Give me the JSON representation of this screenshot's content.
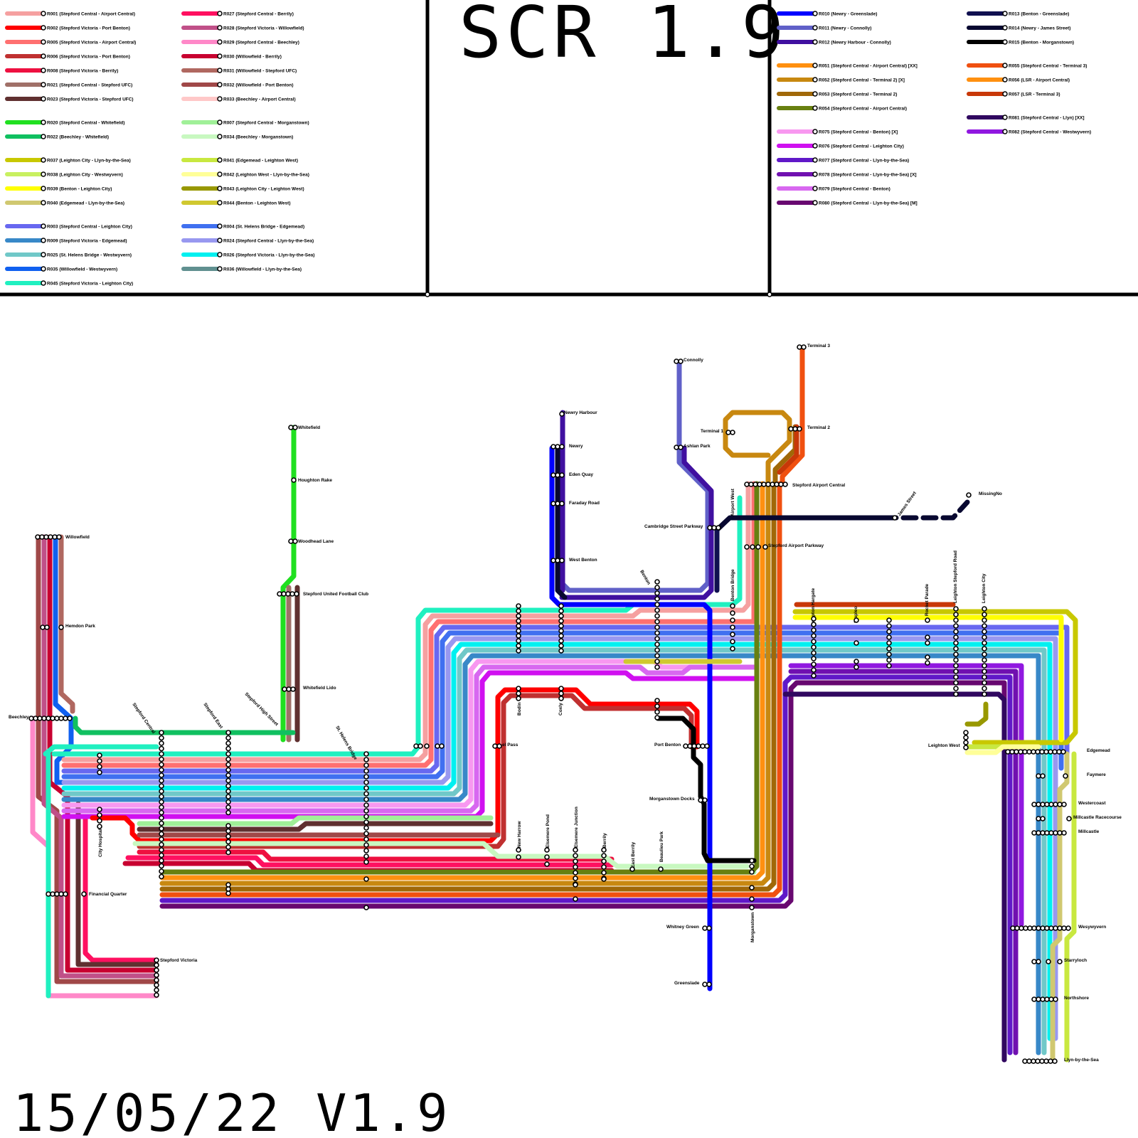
{
  "title": "SCR 1.9",
  "version_label": "15/05/22 V1.9",
  "legend": {
    "col1": [
      {
        "label": "R001 (Stepford Central - Airport Central)",
        "color": "#f5a0a0"
      },
      {
        "label": "R002 (Stepford Victoria - Port Benton)",
        "color": "#ff0000"
      },
      {
        "label": "R005 (Stepford Victoria - Airport Central)",
        "color": "#ff7070"
      },
      {
        "label": "R006 (Stepford Victoria - Port Benton)",
        "color": "#c03030"
      },
      {
        "label": "R008 (Stepford Victoria - Berrily)",
        "color": "#ee1040"
      },
      {
        "label": "R021 (Stepford Central - Stepford UFC)",
        "color": "#a07068"
      },
      {
        "label": "R023 (Stepford Victoria - Stepford UFC)",
        "color": "#603030"
      },
      {
        "gap": true
      },
      {
        "label": "R020 (Stepford Central - Whitefield)",
        "color": "#20e020"
      },
      {
        "label": "R022 (Beechley - Whitefield)",
        "color": "#10c060"
      },
      {
        "gap": true
      },
      {
        "label": "R037 (Leighton City - Llyn-by-the-Sea)",
        "color": "#c8c800"
      },
      {
        "label": "R038 (Leighton City - Westwyvern)",
        "color": "#c8f060"
      },
      {
        "label": "R039 (Benton - Leighton City)",
        "color": "#ffff00"
      },
      {
        "label": "R040 (Edgemead - Llyn-by-the-Sea)",
        "color": "#d0c870"
      },
      {
        "gap": true
      },
      {
        "label": "R003 (Stepford Central - Leighton City)",
        "color": "#6868f0"
      },
      {
        "label": "R009 (Stepford Victoria - Edgemead)",
        "color": "#3888c8"
      },
      {
        "label": "R025 (St. Helens Bridge - Westwyvern)",
        "color": "#70c8c8"
      },
      {
        "label": "R035 (Willowfield - Westwyvern)",
        "color": "#1060f0"
      },
      {
        "label": "R045 (Stepford Victoria - Leighton City)",
        "color": "#20f0c0"
      }
    ],
    "col2": [
      {
        "label": "R027 (Stepford Central - Berrily)",
        "color": "#ff1060"
      },
      {
        "label": "R028 (Stepford Victoria - Willowfield)",
        "color": "#c05088"
      },
      {
        "label": "R029 (Stepford Central - Beechley)",
        "color": "#ff88c8"
      },
      {
        "label": "R030 (Willowfield - Berrily)",
        "color": "#c80030"
      },
      {
        "label": "R031 (Willowfield - Stepford UFC)",
        "color": "#b06860"
      },
      {
        "label": "R032 (Willowfield - Port Benton)",
        "color": "#a04848"
      },
      {
        "label": "R033 (Beechley - Airport Central)",
        "color": "#ffc8c8"
      },
      {
        "gap": true
      },
      {
        "label": "R007 (Stepford Central - Morganstown)",
        "color": "#a0f098"
      },
      {
        "label": "R034 (Beechley - Morganstown)",
        "color": "#c8f8c0"
      },
      {
        "gap": true
      },
      {
        "label": "R041 (Edgemead - Leighton West)",
        "color": "#c8e840"
      },
      {
        "label": "R042 (Leighton West - Llyn-by-the-Sea)",
        "color": "#ffff98"
      },
      {
        "label": "R043 (Leighton City - Leighton West)",
        "color": "#989800"
      },
      {
        "label": "R044 (Benton - Leighton West)",
        "color": "#d0c830"
      },
      {
        "gap": true
      },
      {
        "label": "R004 (St. Helens Bridge - Edgemead)",
        "color": "#4070f0"
      },
      {
        "label": "R024 (Stepford Central - Llyn-by-the-Sea)",
        "color": "#9898f0"
      },
      {
        "label": "R026 (Stepford Victoria - Llyn-by-the-Sea)",
        "color": "#00f0f0"
      },
      {
        "label": "R036 (Willowfield - Llyn-by-the-Sea)",
        "color": "#609090"
      }
    ],
    "col3": [
      {
        "label": "R010 (Newry - Greenslade)",
        "color": "#0000ff"
      },
      {
        "label": "R011 (Newry - Connolly)",
        "color": "#6060c8"
      },
      {
        "label": "R012 (Newry Harbour - Connolly)",
        "color": "#4010a0"
      },
      {
        "gap": true
      },
      {
        "label": "R051 (Stepford Central - Airport Central) [XX]",
        "color": "#ff9010"
      },
      {
        "label": "R052 (Stepford Central - Terminal 2) [X]",
        "color": "#c88810"
      },
      {
        "label": "R053 (Stepford Central - Terminal 2)",
        "color": "#a06808"
      },
      {
        "label": "R054 (Stepford Central - Airport Central)",
        "color": "#688010"
      },
      {
        "gap": true
      },
      {
        "label": "R075 (Stepford Central - Benton) [X]",
        "color": "#f898f0"
      },
      {
        "label": "R076 (Stepford Central - Leighton City)",
        "color": "#d010f0"
      },
      {
        "label": "R077 (Stepford Central - Llyn-by-the-Sea)",
        "color": "#6018c8"
      },
      {
        "label": "R078 (Stepford Central - Llyn-by-the-Sea) [X]",
        "color": "#7010b0"
      },
      {
        "label": "R079 (Stepford Central - Benton)",
        "color": "#d868f0"
      },
      {
        "label": "R080 (Stepford Central - Llyn-by-the-Sea) [M]",
        "color": "#680870"
      }
    ],
    "col4": [
      {
        "label": "R013 (Benton - Greenslade)",
        "color": "#101050"
      },
      {
        "label": "R014 (Newry - James Street)",
        "color": "#080830"
      },
      {
        "label": "R015 (Benton - Morganstown)",
        "color": "#000000"
      },
      {
        "gap": true
      },
      {
        "label": "R055 (Stepford Central - Terminal 3)",
        "color": "#f05010"
      },
      {
        "label": "R056 (LSR - Airport Central)",
        "color": "#ff9010"
      },
      {
        "label": "R057 (LSR - Terminal 3)",
        "color": "#c83808"
      },
      {
        "gap": true
      },
      {
        "label": "R081 (Stepford Central - Llyn) [XX]",
        "color": "#300860"
      },
      {
        "label": "R082 (Stepford Central - Westwyvern)",
        "color": "#9018e0"
      }
    ]
  },
  "stations": {
    "whitefield": "Whitefield",
    "houghton_rake": "Houghton Rake",
    "woodhead_lane": "Woodhead Lane",
    "stepford_ufc": "Stepford United Football Club",
    "whitefield_lido": "Whitefield Lido",
    "willowfield": "Willowfield",
    "hemdon_park": "Hemdon Park",
    "beechley": "Beechley",
    "stepford_central": "Stepford Central",
    "stepford_east": "Stepford East",
    "stepford_high_street": "Stepford High Street",
    "st_helens_bridge": "St. Helens Bridge",
    "city_hospital": "City Hospital",
    "financial_quarter": "Financial Quarter",
    "stepford_victoria": "Stepford Victoria",
    "newry_harbour": "Newry Harbour",
    "newry": "Newry",
    "eden_quay": "Eden Quay",
    "faraday_road": "Faraday Road",
    "west_benton": "West Benton",
    "benton": "Benton",
    "bodin": "Bodin",
    "coxly": "Coxly",
    "el_pass": "el Pass",
    "port_benton": "Port Benton",
    "morganstown_docks": "Morganstown Docks",
    "whitney_green": "Whitney Green",
    "greenslade": "Greenslade",
    "new_harrow": "New Harrow",
    "elsemere_pond": "Elsemere Pond",
    "elsemere_junction": "Elsemere Junction",
    "berrily": "Berrily",
    "east_berrily": "East Berrily",
    "beaulieu_park": "Beaulieu Park",
    "morganstown": "Morganstown",
    "connolly": "Connolly",
    "ashlan_park": "Ashlan Park",
    "cambridge_street_parkway": "Cambridge Street Parkway",
    "airport_west": "Airport West",
    "benton_bridge": "Benton Bridge",
    "terminal_1": "Terminal 1",
    "terminal_2": "Terminal 2",
    "terminal_3": "Terminal 3",
    "stepford_airport_central": "Stepford Airport Central",
    "stepford_airport_parkway": "Stepford Airport Parkway",
    "james_street": "James Street",
    "missingno": "MissingNo",
    "hampton_hargate": "Hampton Hargate",
    "stapleo": "Stapleo",
    "rocket_parade": "Rocket Parade",
    "leighton_stepford_road": "Leighton Stepford Road",
    "leighton_city": "Leighton City",
    "leighton_west": "Leighton West",
    "edgemead": "Edgemead",
    "faymere": "Faymere",
    "westercoast": "Westercoast",
    "millcastle_racecourse": "Millcastle Racecourse",
    "millcastle": "Millcastle",
    "westwyvern": "Wesywyvern",
    "starryloch": "Starryloch",
    "northshore": "Northshore",
    "llyn_by_the_sea": "Llyn-by-the-Sea"
  }
}
